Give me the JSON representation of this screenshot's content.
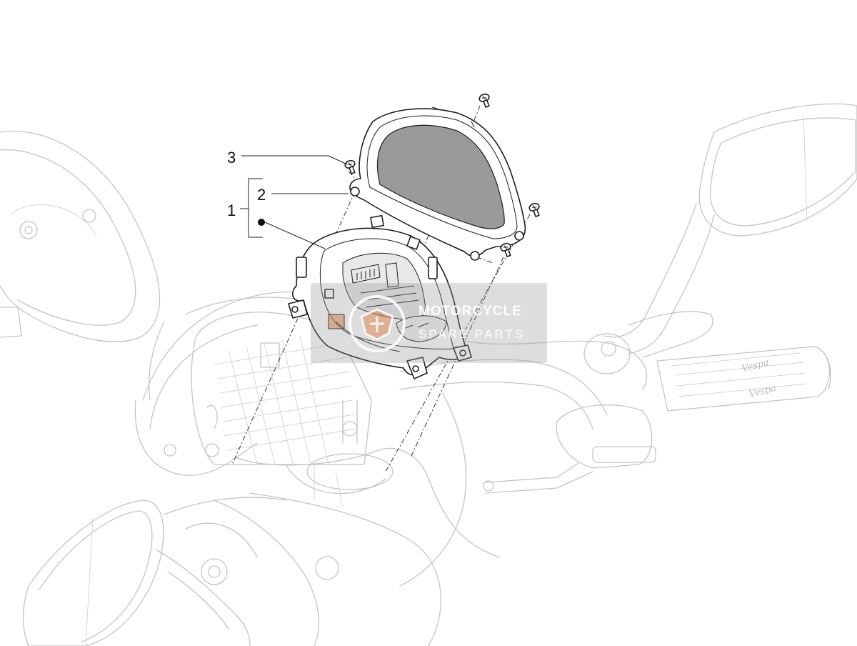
{
  "diagram": {
    "callouts": [
      {
        "label": "1"
      },
      {
        "label": "2"
      },
      {
        "label": "3"
      }
    ],
    "parts": [
      {
        "name": "dashboard-assembly"
      },
      {
        "name": "instrument-cover-glass"
      },
      {
        "name": "screw"
      }
    ],
    "grip_brand_text": "Vespa",
    "watermark": {
      "line1": "MOTORCYCLE",
      "line2": "SPARE PARTS"
    }
  },
  "colors": {
    "part_stroke": "#1d1d1d",
    "ghost_stroke": "#c4c4c4",
    "glass_fill": "#9a9a9a",
    "watermark_bg": "#969696",
    "orange_accent": "#e07a3a"
  }
}
